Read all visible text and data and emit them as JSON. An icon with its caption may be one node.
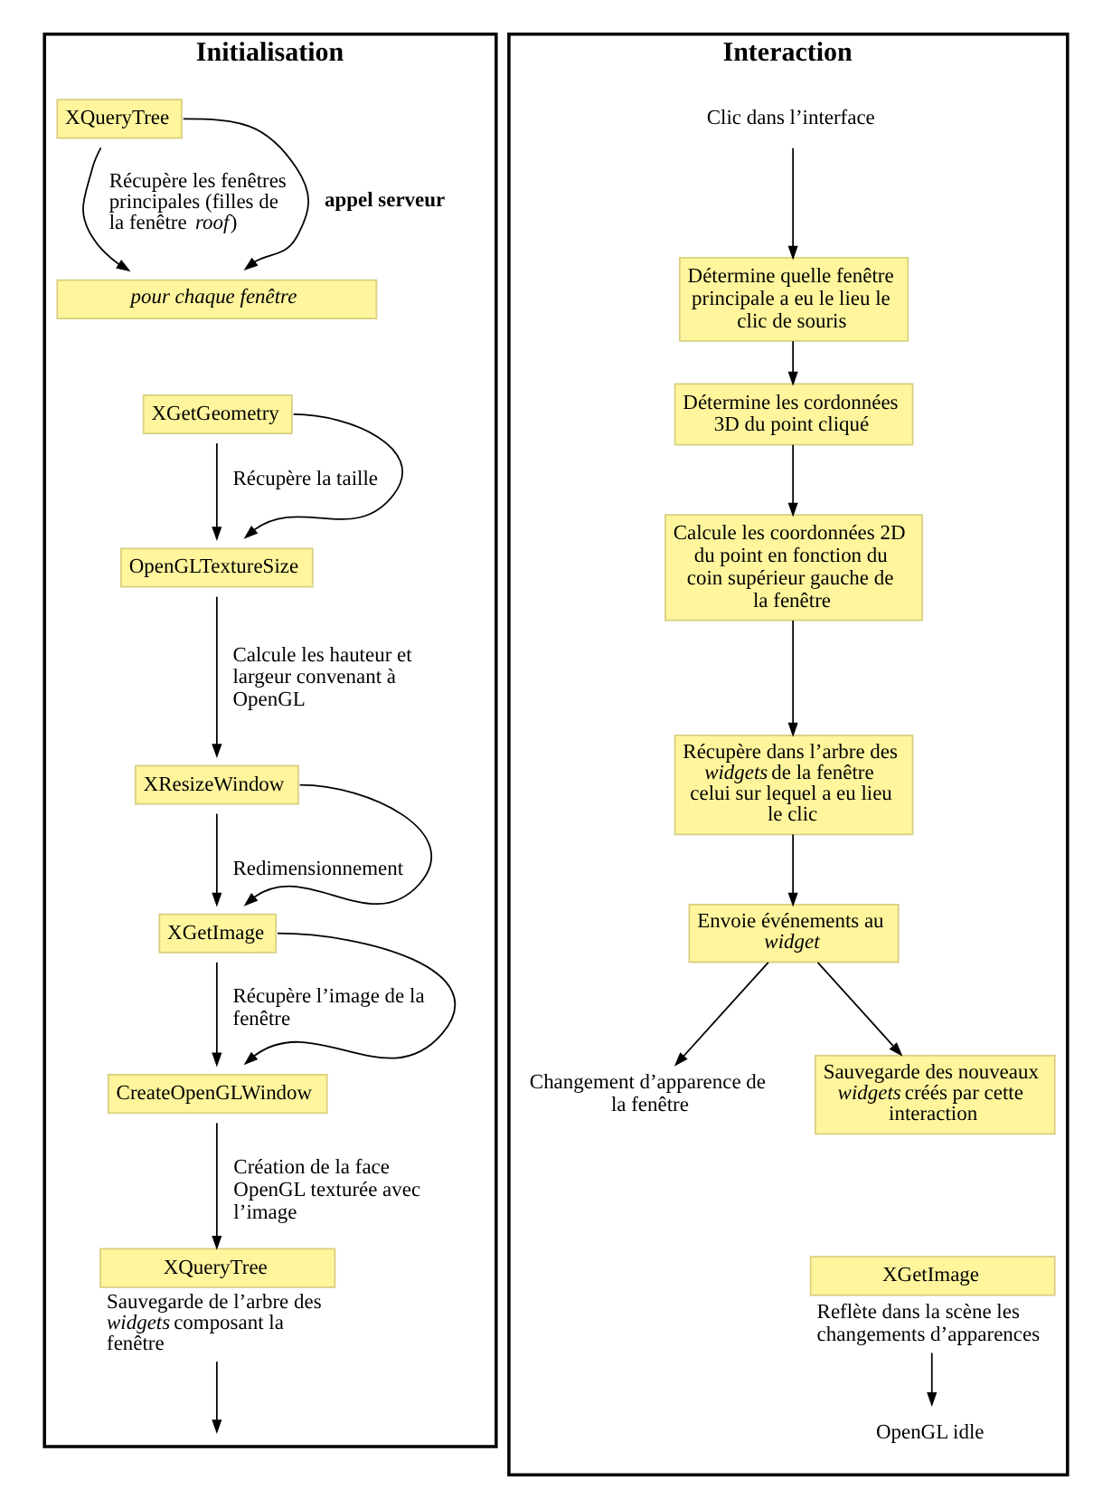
{
  "diagram": {
    "nodes": [
      {
        "text": [
          "Initialisation"
        ]
      },
      {
        "text": [
          "XQueryTree"
        ],
        "in": 0
      },
      {
        "text": [
          "pour chaque fenêtre"
        ],
        "in": 0
      },
      {
        "text": [
          "XGetGeometry"
        ],
        "in": 0
      },
      {
        "text": [
          "OpenGLTextureSize"
        ],
        "in": 0
      },
      {
        "text": [
          "XResizeWindow"
        ],
        "in": 0
      },
      {
        "text": [
          "XGetImage"
        ],
        "in": 0
      },
      {
        "text": [
          "CreateOpenGLWindow"
        ],
        "in": 0
      },
      {
        "text": [
          "XQueryTree"
        ],
        "in": 0,
        "beside": [
          "Sauvegarde de l’arbre des *widgets* composant la fenêtre"
        ]
      },
      {
        "text": [
          "Interaction"
        ]
      },
      {
        "text": [
          "Clic dans l’interface"
        ],
        "in": 9
      },
      {
        "text": [
          "Détermine quelle fenêtre principale a eu le lieu le clic de souris"
        ],
        "in": 9
      },
      {
        "text": [
          "Détermine les cordonnées 3D du point cliqué"
        ],
        "in": 9
      },
      {
        "text": [
          "Calcule les coordonnées 2D du point en fonction du coin supérieur gauche de la fenêtre"
        ],
        "in": 9
      },
      {
        "text": [
          "Récupère dans l’arbre des *widgets* de la fenêtre celui sur lequel a eu lieu le clic"
        ],
        "in": 9
      },
      {
        "text": [
          "Envoie événements au *widget*"
        ],
        "in": 9
      },
      {
        "text": [
          "Changement d’apparence de la fenêtre"
        ],
        "in": 9
      },
      {
        "text": [
          "Sauvegarde des nouveaux *widgets* créés par cette interaction"
        ],
        "in": 9
      },
      {
        "text": [
          "XGetImage"
        ],
        "in": 9,
        "beside": [
          "Reflète dans la scène les changements d’apparences"
        ]
      },
      {
        "text": [
          "OpenGL idle"
        ],
        "in": 9
      }
    ],
    "edges": [
      {
        "from": 1,
        "to": 2,
        "arrow": "to",
        "label": "Récupère les fenêtres principales (filles de la fenêtre *roof*)"
      },
      {
        "from": 1,
        "to": 2,
        "arrow": "to",
        "label": "appel serveur"
      },
      {
        "from": 3,
        "to": 4,
        "arrow": "to",
        "label": "Récupère la taille"
      },
      {
        "from": 3,
        "to": 4,
        "arrow": "to"
      },
      {
        "from": 4,
        "to": 5,
        "arrow": "to",
        "label": "Calcule les hauteur et largeur convenant à OpenGL"
      },
      {
        "from": 5,
        "to": 6,
        "arrow": "to",
        "label": "Redimensionnement"
      },
      {
        "from": 5,
        "to": 6,
        "arrow": "to"
      },
      {
        "from": 6,
        "to": 7,
        "arrow": "to",
        "label": "Récupère l’image de la fenêtre"
      },
      {
        "from": 6,
        "to": 7,
        "arrow": "to"
      },
      {
        "from": 7,
        "to": 8,
        "arrow": "to",
        "label": "Création de la face OpenGL texturée avec l’image"
      },
      {
        "from": 8,
        "to": null,
        "arrow": "to"
      },
      {
        "from": 10,
        "to": 11,
        "arrow": "to"
      },
      {
        "from": 11,
        "to": 12,
        "arrow": "to"
      },
      {
        "from": 12,
        "to": 13,
        "arrow": "to"
      },
      {
        "from": 13,
        "to": 14,
        "arrow": "to"
      },
      {
        "from": 14,
        "to": 15,
        "arrow": "to"
      },
      {
        "from": 15,
        "to": 16,
        "arrow": "to"
      },
      {
        "from": 15,
        "to": 17,
        "arrow": "to"
      },
      {
        "from": 18,
        "to": 19,
        "arrow": "to"
      }
    ]
  }
}
